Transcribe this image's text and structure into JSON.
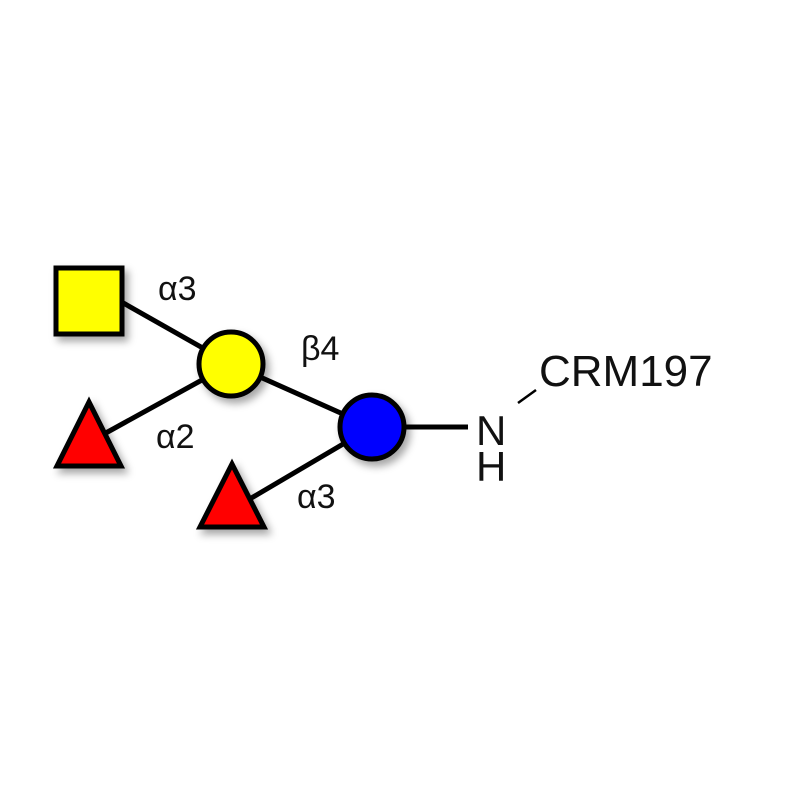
{
  "colors": {
    "galactose": "#ffff00",
    "glucose": "#0000ff",
    "fucose": "#ff0000",
    "galnac": "#ffff00",
    "outline": "#000000"
  },
  "linkages": {
    "galnac_to_gal": "α3",
    "gal_to_glc": "β4",
    "fuc_to_gal": "α2",
    "fuc_to_glc": "α3"
  },
  "conjugate": {
    "n_label": "N",
    "h_label": "H",
    "carrier": "CRM197"
  }
}
